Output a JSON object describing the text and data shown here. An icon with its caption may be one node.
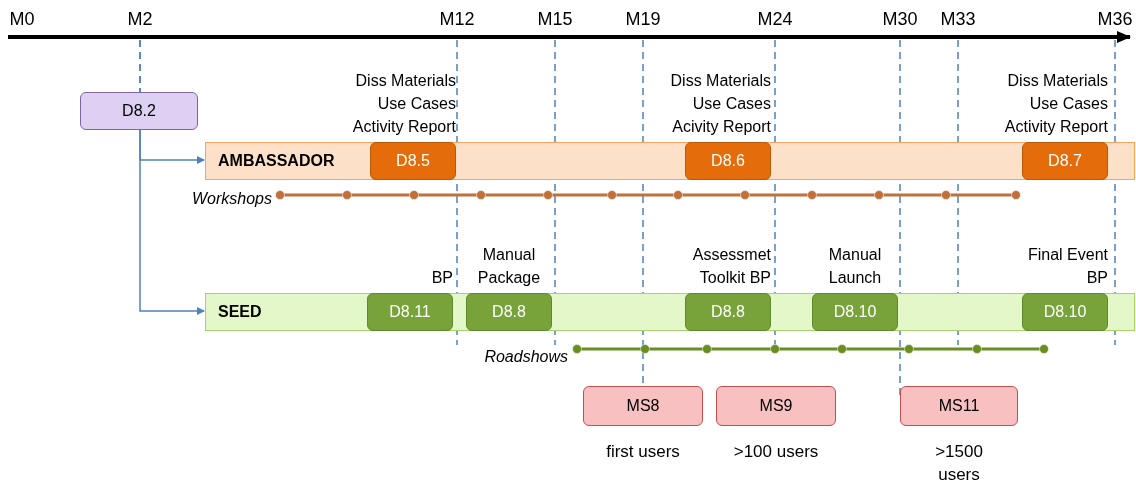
{
  "diagram": {
    "nodes": [
      {
        "text": [
          "D8.2"
        ]
      },
      {
        "text": [
          "AMBASSADOR"
        ]
      },
      {
        "text": [
          "D8.5"
        ],
        "in": 1,
        "beside": [
          "Diss Materials Use Cases Activity Report"
        ]
      },
      {
        "text": [
          "D8.6"
        ],
        "in": 1,
        "beside": [
          "Diss Materials Use Cases Acivity Report"
        ]
      },
      {
        "text": [
          "D8.7"
        ],
        "in": 1,
        "beside": [
          "Diss Materials Use Cases Activity Report"
        ]
      },
      {
        "text": [
          "SEED"
        ]
      },
      {
        "text": [
          "D8.11"
        ],
        "in": 5,
        "beside": [
          "BP"
        ]
      },
      {
        "text": [
          "D8.8"
        ],
        "in": 5,
        "beside": [
          "Manual Package"
        ]
      },
      {
        "text": [
          "D8.8"
        ],
        "in": 5,
        "beside": [
          "Assessmet Toolkit BP"
        ]
      },
      {
        "text": [
          "D8.10"
        ],
        "in": 5,
        "beside": [
          "Manual Launch"
        ]
      },
      {
        "text": [
          "D8.10"
        ],
        "in": 5,
        "beside": [
          "Final Event BP"
        ]
      },
      {
        "text": [
          "MS8"
        ],
        "beside": [
          "first users"
        ]
      },
      {
        "text": [
          "MS9"
        ],
        "beside": [
          ">100 users"
        ]
      },
      {
        "text": [
          "MS11"
        ],
        "beside": [
          ">1500 users"
        ]
      }
    ],
    "edges": [
      {
        "from": 0,
        "to": 1,
        "arrow": "to"
      },
      {
        "from": 0,
        "to": 5,
        "arrow": "to"
      }
    ],
    "labels": [
      "M0",
      "M2",
      "M12",
      "M15",
      "M19",
      "M24",
      "M30",
      "M33",
      "M36",
      "Workshops",
      "Roadshows"
    ]
  }
}
